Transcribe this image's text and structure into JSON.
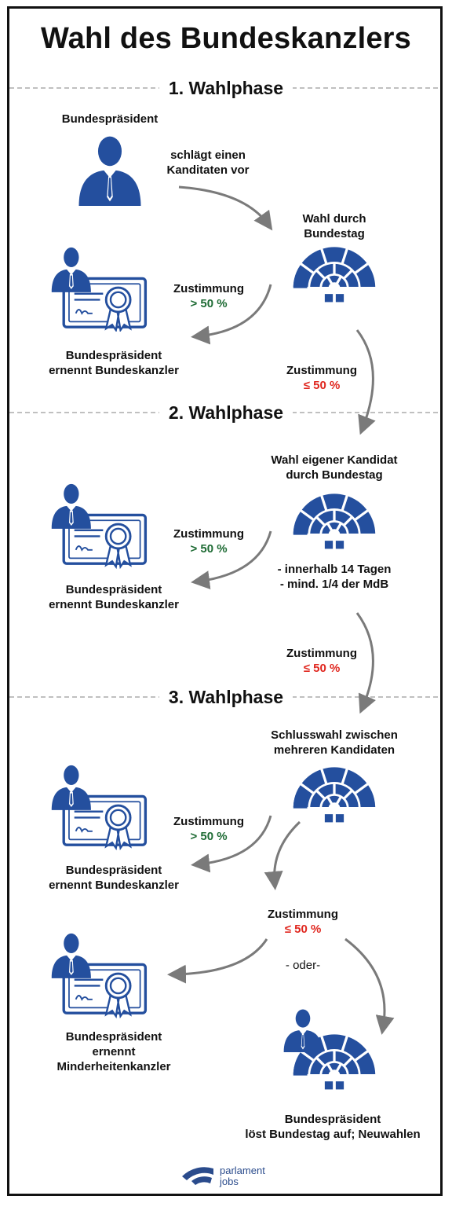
{
  "title": "Wahl des Bundeskanzlers",
  "phases": [
    "1. Wahlphase",
    "2. Wahlphase",
    "3. Wahlphase"
  ],
  "phase1": {
    "president_label": "Bundespräsident",
    "proposal": [
      "schlägt einen",
      "Kanditaten vor"
    ],
    "vote_label": [
      "Wahl durch",
      "Bundestag"
    ],
    "yes": {
      "label": "Zustimmung",
      "value": "> 50 %"
    },
    "result": [
      "Bundespräsident",
      "ernennt Bundeskanzler"
    ],
    "no": {
      "label": "Zustimmung",
      "value": "≤ 50 %"
    }
  },
  "phase2": {
    "vote_label": [
      "Wahl eigener Kandidat",
      "durch Bundestag"
    ],
    "yes": {
      "label": "Zustimmung",
      "value": "> 50 %"
    },
    "conditions": [
      "- innerhalb 14 Tagen",
      "- mind. 1/4 der MdB"
    ],
    "result": [
      "Bundespräsident",
      "ernennt Bundeskanzler"
    ],
    "no": {
      "label": "Zustimmung",
      "value": "≤ 50 %"
    }
  },
  "phase3": {
    "vote_label": [
      "Schlusswahl zwischen",
      "mehreren Kandidaten"
    ],
    "yes": {
      "label": "Zustimmung",
      "value": "> 50 %"
    },
    "result": [
      "Bundespräsident",
      "ernennt Bundeskanzler"
    ],
    "no": {
      "label": "Zustimmung",
      "value": "≤ 50 %"
    },
    "or_label": "- oder-",
    "minority_result": [
      "Bundespräsident",
      "ernennt",
      "Minderheitenkanzler"
    ],
    "dissolve_result": [
      "Bundespräsident",
      "löst Bundestag auf; Neuwahlen"
    ]
  },
  "logo": {
    "line1": "parlament",
    "line2": "jobs"
  },
  "colors": {
    "icon_blue": "#244f9e",
    "arrow_gray": "#7a7a7a",
    "yes_green": "#1e6b34",
    "no_red": "#e0271f",
    "divider": "#9a9a9a"
  }
}
